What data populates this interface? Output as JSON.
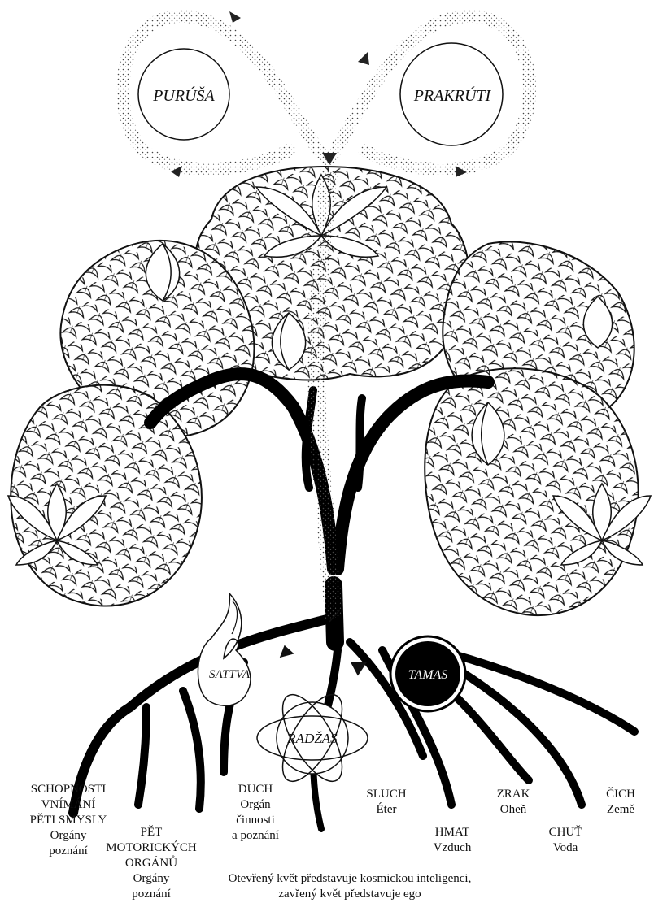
{
  "circles": {
    "purusa": "PURÚŠA",
    "prakruti": "PRAKRÚTI"
  },
  "gunas": {
    "sattva": "SATTVA",
    "radzas": "RADŽAS",
    "tamas": "TAMAS"
  },
  "labels": {
    "schopnosti": [
      "SCHOPNOSTI",
      "VNÍMÁNÍ",
      "PĚTI SMYSLY",
      "Orgány",
      "poznání"
    ],
    "motoricke": [
      "PĚT",
      "MOTORICKÝCH",
      "ORGÁNŮ",
      "Orgány",
      "poznání"
    ],
    "duch": [
      "DUCH",
      "Orgán",
      "činnosti",
      "a poznání"
    ],
    "sluch": [
      "SLUCH",
      "Éter"
    ],
    "hmat": [
      "HMAT",
      "Vzduch"
    ],
    "zrak": [
      "ZRAK",
      "Oheň"
    ],
    "chut": [
      "CHUŤ",
      "Voda"
    ],
    "cich": [
      "ČICH",
      "Země"
    ]
  },
  "caption": [
    "Otevřený květ představuje kosmickou inteligenci,",
    "zavřený květ představuje ego"
  ],
  "colors": {
    "ink": "#000000",
    "paper": "#ffffff",
    "stipple": "#555555"
  }
}
